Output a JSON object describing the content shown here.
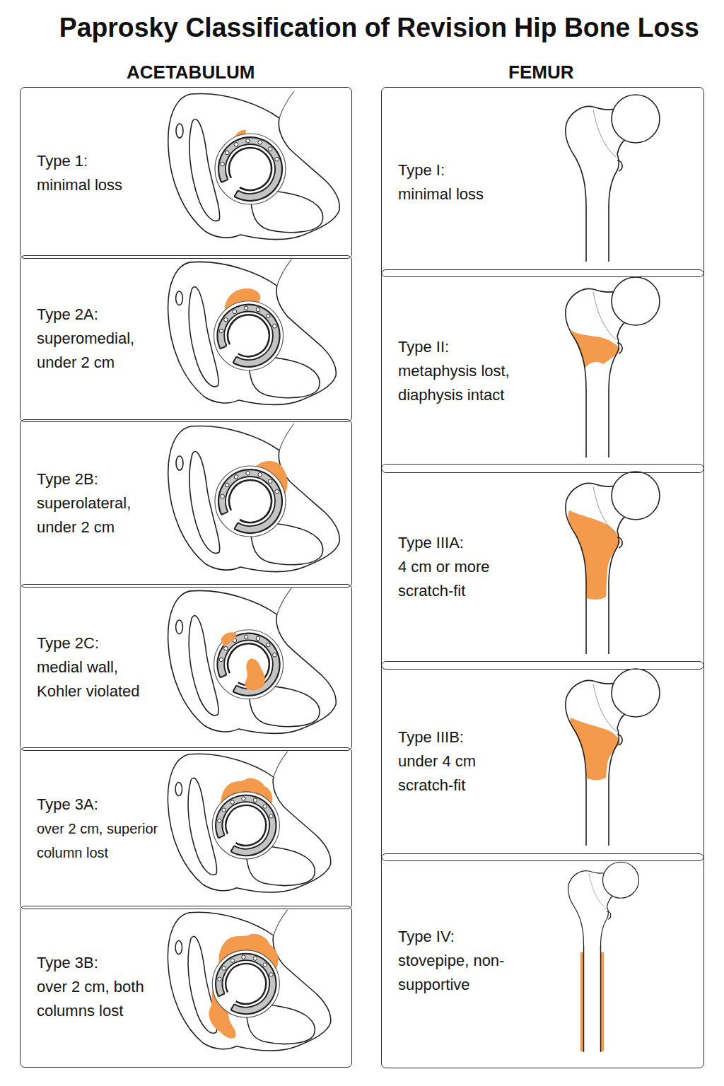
{
  "diagram": {
    "title": "Paprosky Classification of Revision Hip Bone Loss",
    "nodes": [
      {
        "text": [
          "Type 1:",
          "minimal loss"
        ]
      },
      {
        "text": [
          "Type 2A:",
          "superomedial, under 2 cm"
        ]
      },
      {
        "text": [
          "Type 2B:",
          "superolateral, under 2 cm"
        ]
      },
      {
        "text": [
          "Type 2C:",
          "medial wall, Kohler violated"
        ]
      },
      {
        "text": [
          "Type 3A:",
          "over 2 cm, superior column lost"
        ]
      },
      {
        "text": [
          "Type 3B:",
          "over 2 cm, both columns lost"
        ]
      },
      {
        "text": [
          "Type I:",
          "minimal loss"
        ]
      },
      {
        "text": [
          "Type II:",
          "metaphysis lost, diaphysis intact"
        ]
      },
      {
        "text": [
          "Type IIIA:",
          "4 cm or more scratch-fit"
        ]
      },
      {
        "text": [
          "Type IIIB:",
          "under 4 cm scratch-fit"
        ]
      },
      {
        "text": [
          "Type IV:",
          "stovepipe, non-supportive"
        ]
      }
    ],
    "labels": [
      "ACETABULUM",
      "FEMUR"
    ]
  }
}
